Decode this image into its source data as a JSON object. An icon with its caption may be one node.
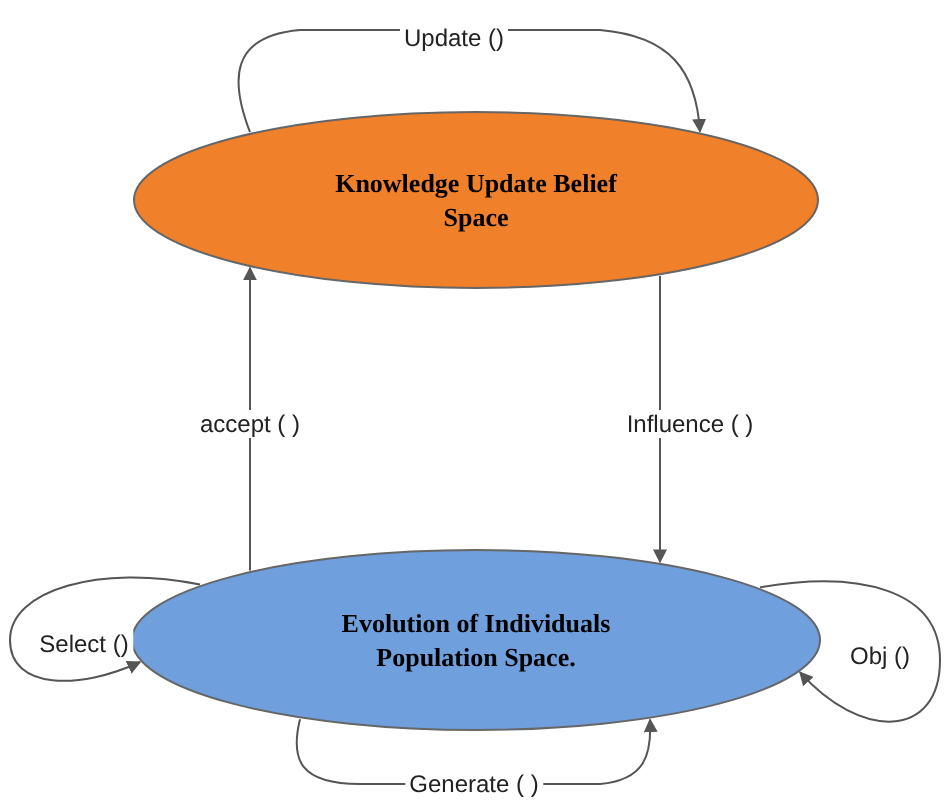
{
  "diagram": {
    "nodes": [
      {
        "text": [
          "Knowledge Update Belief Space"
        ]
      },
      {
        "text": [
          "Evolution of Individuals Population Space."
        ]
      }
    ],
    "edges": [
      {
        "from": 0,
        "to": 0,
        "arrow": "to",
        "label": "Update ()"
      },
      {
        "from": 1,
        "to": 0,
        "arrow": "to",
        "label": "accept ( )"
      },
      {
        "from": 0,
        "to": 1,
        "arrow": "to",
        "label": "Influence ( )"
      },
      {
        "from": 1,
        "to": 1,
        "arrow": "to",
        "label": "Select ()"
      },
      {
        "from": 1,
        "to": 1,
        "arrow": "to",
        "label": "Obj ()"
      },
      {
        "from": 1,
        "to": 1,
        "arrow": "to",
        "label": "Generate ( )"
      }
    ]
  }
}
